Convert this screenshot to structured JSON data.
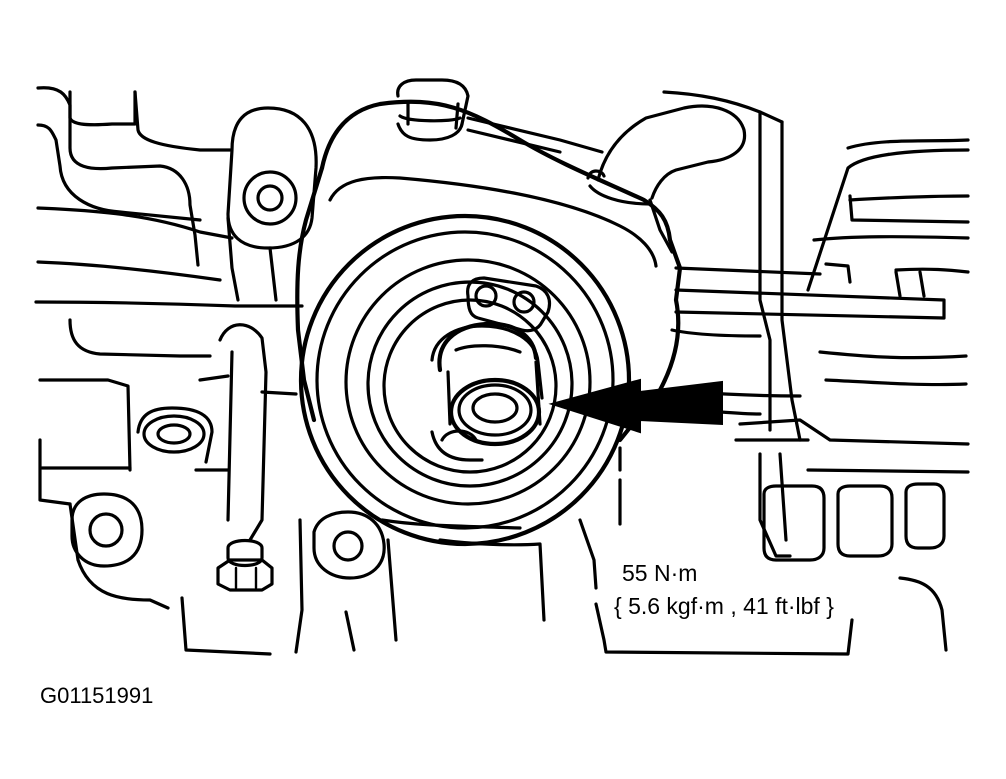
{
  "callout": {
    "torque_nm": "55 N·m",
    "torque_alt": "{ 5.6 kgf·m , 41 ft·lbf }"
  },
  "figure_id": "G01151991",
  "colors": {
    "ink": "#000000",
    "background": "#ffffff"
  }
}
